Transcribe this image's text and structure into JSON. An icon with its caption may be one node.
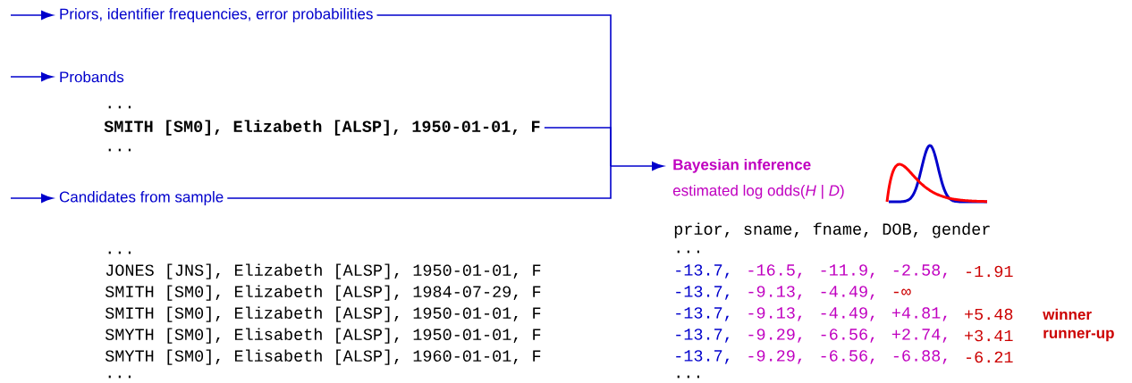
{
  "diagram": {
    "nodes": [
      {
        "text": [
          "Priors, identifier frequencies, error probabilities"
        ]
      },
      {
        "text": [
          "Probands"
        ]
      },
      {
        "text": [
          "SMITH [SM0],  Elizabeth [ALSP], 1950-01-01, F"
        ]
      },
      {
        "text": [
          "Candidates from sample"
        ]
      },
      {
        "text": [
          "Bayesian inference",
          "estimated log odds(*H* | *D*)"
        ]
      }
    ],
    "edges": [
      {
        "from": null,
        "to": 0,
        "arrow": "to"
      },
      {
        "from": null,
        "to": 1,
        "arrow": "to"
      },
      {
        "from": null,
        "to": 3,
        "arrow": "to"
      },
      {
        "from": 0,
        "to": 4,
        "arrow": "to"
      },
      {
        "from": 2,
        "to": 4,
        "arrow": "to"
      },
      {
        "from": 3,
        "to": 4,
        "arrow": "to"
      }
    ],
    "labels": [
      "...",
      "...",
      "...",
      "JONES [JNS], Elizabeth [ALSP], 1950-01-01, F",
      "SMITH [SM0], Elizabeth [ALSP], 1984-07-29, F",
      "SMITH [SM0], Elizabeth [ALSP], 1950-01-01, F",
      "SMYTH [SM0], Elisabeth [ALSP], 1950-01-01, F",
      "SMYTH [SM0], Elisabeth [ALSP], 1960-01-01, F",
      "...",
      "prior, sname, fname, DOB,  gender",
      "...",
      "-13.7,",
      "-16.5,",
      "-11.9,",
      "-2.58,",
      "-1.91",
      "-13.7,",
      "-9.13,",
      "-4.49,",
      "-∞",
      "-13.7,",
      "-9.13,",
      "-4.49,",
      "+4.81,",
      "+5.48",
      "winner",
      "-13.7,",
      "-9.29,",
      "-6.56,",
      "+2.74,",
      "+3.41",
      "runner-up",
      "-13.7,",
      "-9.29,",
      "-6.56,",
      "-6.88,",
      "-6.21",
      "..."
    ]
  }
}
